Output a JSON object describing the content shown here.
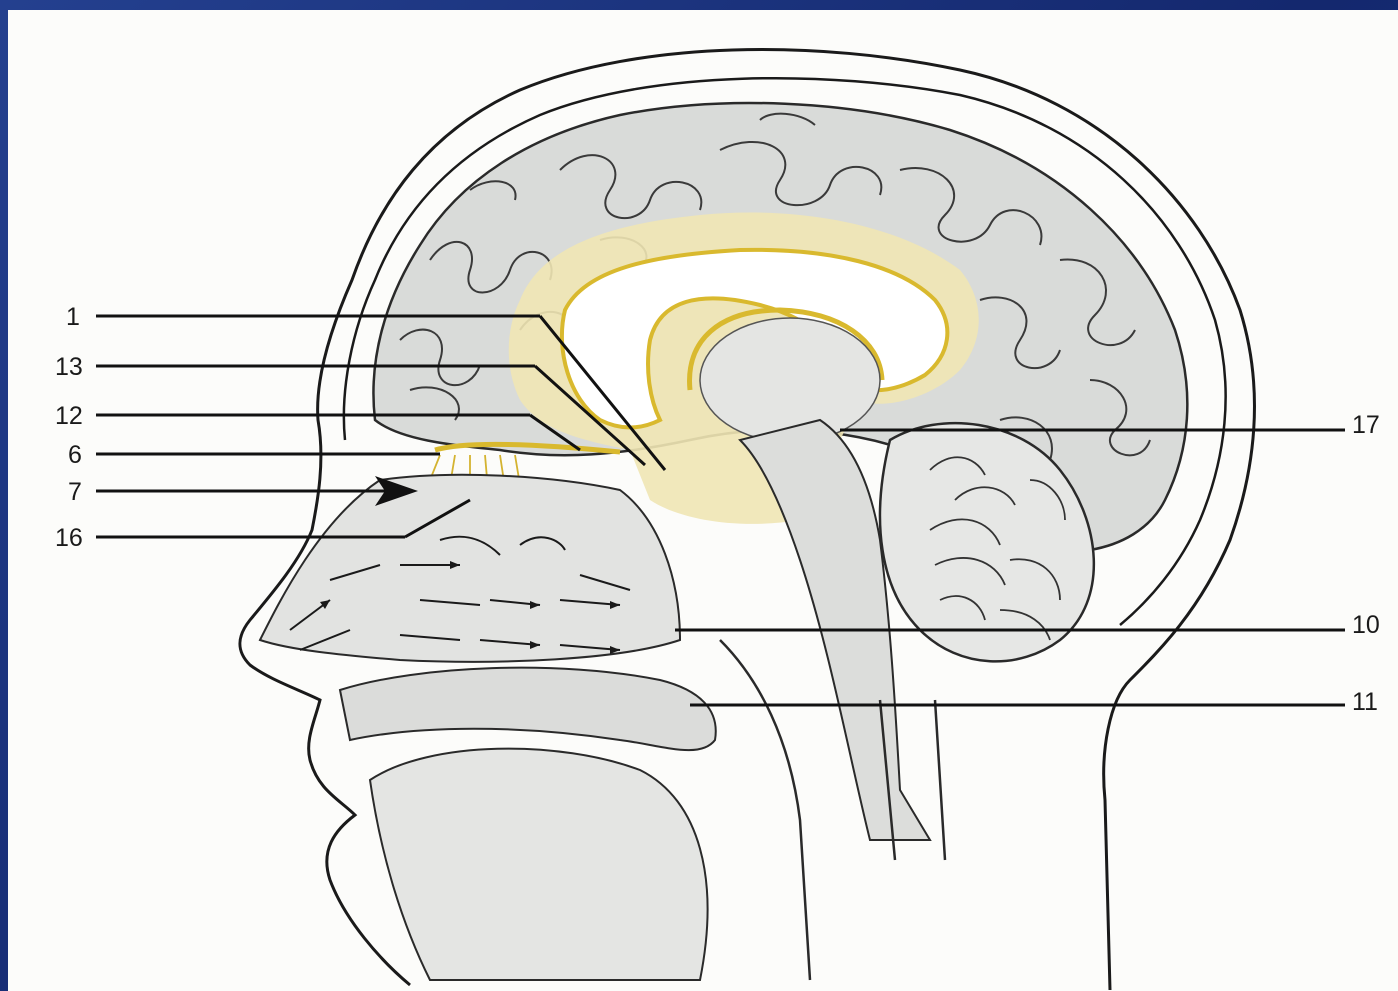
{
  "labels": {
    "l1": "1",
    "l13": "13",
    "l12": "12",
    "l6": "6",
    "l7": "7",
    "l16": "16",
    "l17": "17",
    "l10": "10",
    "l11": "11"
  },
  "colors": {
    "background": "#1a2f7a",
    "paper": "#fcfcfa",
    "limbic_yellow": "#d9b92e",
    "limbic_fill": "#efe6b4",
    "tissue_grey": "#d6d8d6",
    "outline": "#1a1a1a"
  }
}
